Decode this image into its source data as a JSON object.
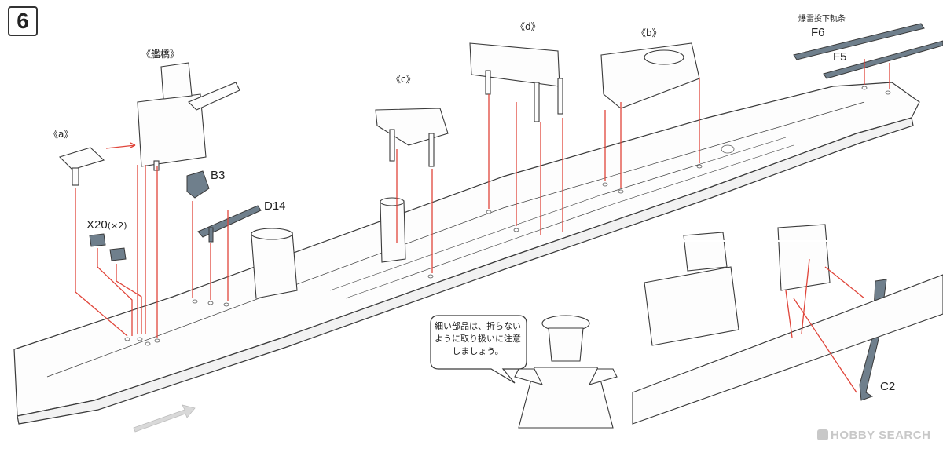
{
  "step": {
    "number": "6"
  },
  "groups": {
    "bridge": "《艦橋》",
    "a": "《a》",
    "b": "《b》",
    "c": "《c》",
    "d": "《d》"
  },
  "parts": {
    "b3": "B3",
    "d14": "D14",
    "x20": "X20",
    "x20_count": "(×2)",
    "f6": "F6",
    "f5": "F5",
    "c2": "C2",
    "depth_charge_rail": "爆雷投下軌条"
  },
  "speech": {
    "line1": "細い部品は、折らない",
    "line2": "ように取り扱いに注意",
    "line3": "しましょう。"
  },
  "watermark": {
    "text": "HOBBY SEARCH"
  },
  "colors": {
    "arrow": "#e0453a",
    "line": "#3a3a3a",
    "part_fill": "#6f7f8c",
    "ship_fill": "#fdfdfd"
  }
}
